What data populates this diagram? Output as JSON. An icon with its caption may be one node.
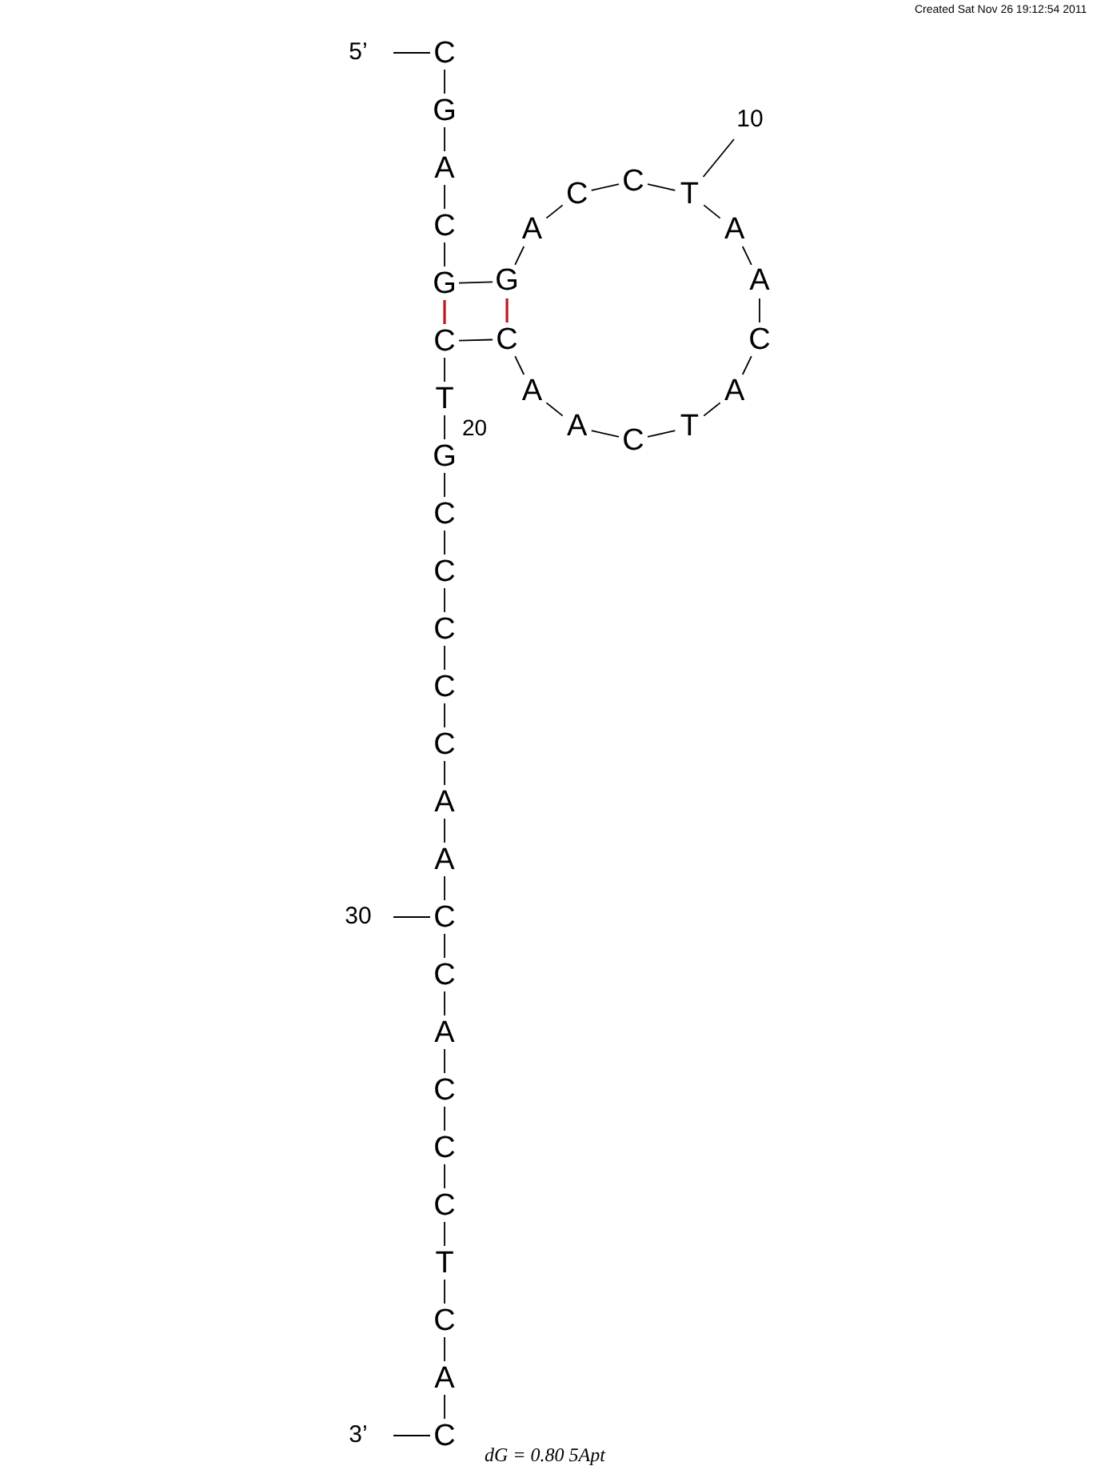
{
  "diagram": {
    "nodes": [
      {
        "text": [
          "C"
        ]
      },
      {
        "text": [
          "G"
        ]
      },
      {
        "text": [
          "A"
        ]
      },
      {
        "text": [
          "C"
        ]
      },
      {
        "text": [
          "G"
        ]
      },
      {
        "text": [
          "G"
        ]
      },
      {
        "text": [
          "A"
        ]
      },
      {
        "text": [
          "C"
        ]
      },
      {
        "text": [
          "C"
        ]
      },
      {
        "text": [
          "T"
        ]
      },
      {
        "text": [
          "A"
        ]
      },
      {
        "text": [
          "A"
        ]
      },
      {
        "text": [
          "C"
        ]
      },
      {
        "text": [
          "A"
        ]
      },
      {
        "text": [
          "T"
        ]
      },
      {
        "text": [
          "C"
        ]
      },
      {
        "text": [
          "A"
        ]
      },
      {
        "text": [
          "A"
        ]
      },
      {
        "text": [
          "C"
        ]
      },
      {
        "text": [
          "C"
        ]
      },
      {
        "text": [
          "T"
        ]
      },
      {
        "text": [
          "G"
        ]
      },
      {
        "text": [
          "C"
        ]
      },
      {
        "text": [
          "C"
        ]
      },
      {
        "text": [
          "C"
        ]
      },
      {
        "text": [
          "C"
        ]
      },
      {
        "text": [
          "C"
        ]
      },
      {
        "text": [
          "A"
        ]
      },
      {
        "text": [
          "A"
        ]
      },
      {
        "text": [
          "C"
        ]
      },
      {
        "text": [
          "C"
        ]
      },
      {
        "text": [
          "A"
        ]
      },
      {
        "text": [
          "C"
        ]
      },
      {
        "text": [
          "C"
        ]
      },
      {
        "text": [
          "C"
        ]
      },
      {
        "text": [
          "T"
        ]
      },
      {
        "text": [
          "C"
        ]
      },
      {
        "text": [
          "A"
        ]
      },
      {
        "text": [
          "C"
        ]
      },
      {
        "text": [
          "5’"
        ]
      },
      {
        "text": [
          "10"
        ]
      },
      {
        "text": [
          "30"
        ]
      },
      {
        "text": [
          "3’"
        ]
      }
    ],
    "edges": [
      {
        "from": 0,
        "to": 1,
        "arrow": "none"
      },
      {
        "from": 1,
        "to": 2,
        "arrow": "none"
      },
      {
        "from": 2,
        "to": 3,
        "arrow": "none"
      },
      {
        "from": 3,
        "to": 4,
        "arrow": "none"
      },
      {
        "from": 4,
        "to": 5,
        "arrow": "none"
      },
      {
        "from": 5,
        "to": 6,
        "arrow": "none"
      },
      {
        "from": 6,
        "to": 7,
        "arrow": "none"
      },
      {
        "from": 7,
        "to": 8,
        "arrow": "none"
      },
      {
        "from": 8,
        "to": 9,
        "arrow": "none"
      },
      {
        "from": 9,
        "to": 10,
        "arrow": "none"
      },
      {
        "from": 10,
        "to": 11,
        "arrow": "none"
      },
      {
        "from": 11,
        "to": 12,
        "arrow": "none"
      },
      {
        "from": 12,
        "to": 13,
        "arrow": "none"
      },
      {
        "from": 13,
        "to": 14,
        "arrow": "none"
      },
      {
        "from": 14,
        "to": 15,
        "arrow": "none"
      },
      {
        "from": 15,
        "to": 16,
        "arrow": "none"
      },
      {
        "from": 16,
        "to": 17,
        "arrow": "none"
      },
      {
        "from": 17,
        "to": 18,
        "arrow": "none"
      },
      {
        "from": 18,
        "to": 19,
        "arrow": "none"
      },
      {
        "from": 19,
        "to": 20,
        "arrow": "none"
      },
      {
        "from": 20,
        "to": 21,
        "arrow": "none"
      },
      {
        "from": 21,
        "to": 22,
        "arrow": "none"
      },
      {
        "from": 22,
        "to": 23,
        "arrow": "none"
      },
      {
        "from": 23,
        "to": 24,
        "arrow": "none"
      },
      {
        "from": 24,
        "to": 25,
        "arrow": "none"
      },
      {
        "from": 25,
        "to": 26,
        "arrow": "none"
      },
      {
        "from": 26,
        "to": 27,
        "arrow": "none"
      },
      {
        "from": 27,
        "to": 28,
        "arrow": "none"
      },
      {
        "from": 28,
        "to": 29,
        "arrow": "none"
      },
      {
        "from": 29,
        "to": 30,
        "arrow": "none"
      },
      {
        "from": 30,
        "to": 31,
        "arrow": "none"
      },
      {
        "from": 31,
        "to": 32,
        "arrow": "none"
      },
      {
        "from": 32,
        "to": 33,
        "arrow": "none"
      },
      {
        "from": 33,
        "to": 34,
        "arrow": "none"
      },
      {
        "from": 34,
        "to": 35,
        "arrow": "none"
      },
      {
        "from": 35,
        "to": 36,
        "arrow": "none"
      },
      {
        "from": 36,
        "to": 37,
        "arrow": "none"
      },
      {
        "from": 37,
        "to": 38,
        "arrow": "none"
      },
      {
        "from": 4,
        "to": 19,
        "arrow": "none",
        "color": "#c0141e"
      },
      {
        "from": 5,
        "to": 18,
        "arrow": "none",
        "color": "#c0141e"
      },
      {
        "from": 39,
        "to": 0,
        "arrow": "none"
      },
      {
        "from": 40,
        "to": 9,
        "arrow": "none"
      },
      {
        "from": 41,
        "to": 29,
        "arrow": "none"
      },
      {
        "from": 42,
        "to": 38,
        "arrow": "none"
      }
    ],
    "labels": [
      "Created Sat Nov 26 19:12:54 2011",
      "20",
      "dG = 0.80 5Apt"
    ]
  }
}
